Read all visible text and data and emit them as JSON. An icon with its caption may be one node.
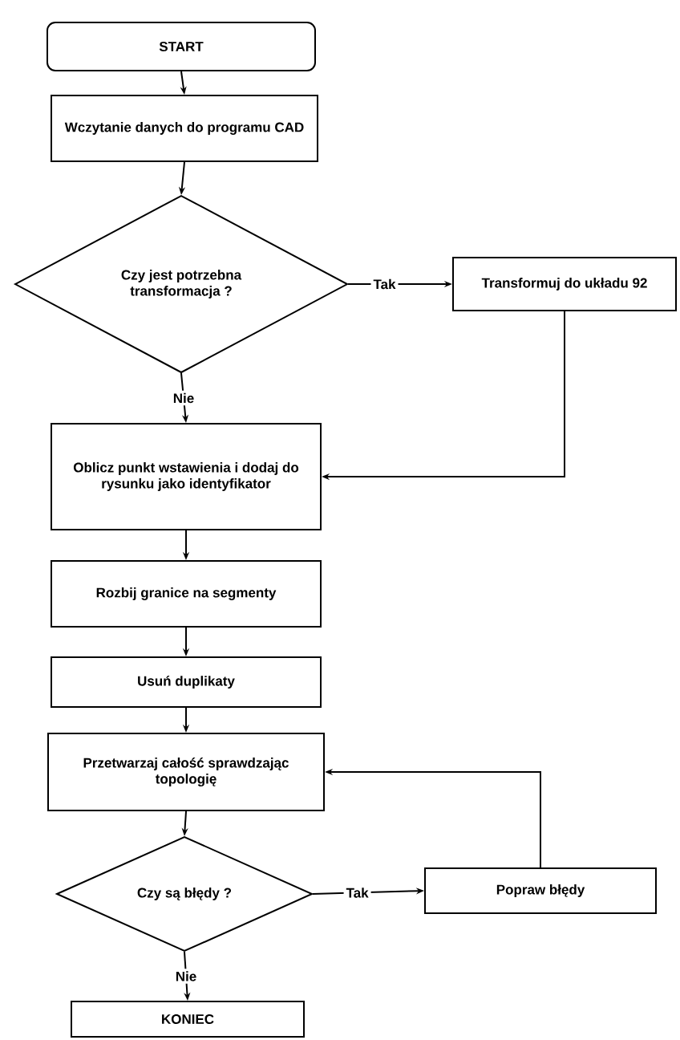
{
  "diagram": {
    "nodes": [
      {
        "text": [
          "START"
        ]
      },
      {
        "text": [
          "Wczytanie danych do programu CAD"
        ]
      },
      {
        "text": [
          "Czy jest potrzebna transformacja ?"
        ]
      },
      {
        "text": [
          "Transformuj do układu 92"
        ]
      },
      {
        "text": [
          "Oblicz punkt wstawienia i dodaj do rysunku jako identyfikator"
        ]
      },
      {
        "text": [
          "Rozbij granice na segmenty"
        ]
      },
      {
        "text": [
          "Usuń duplikaty"
        ]
      },
      {
        "text": [
          "Przetwarzaj całość sprawdzając topologię"
        ]
      },
      {
        "text": [
          "Czy są błędy ?"
        ]
      },
      {
        "text": [
          "Popraw błędy"
        ]
      },
      {
        "text": [
          "KONIEC"
        ]
      }
    ],
    "edges": [
      {
        "from": 0,
        "to": 1,
        "arrow": "to"
      },
      {
        "from": 1,
        "to": 2,
        "arrow": "to"
      },
      {
        "from": 2,
        "to": 3,
        "arrow": "to",
        "label": "Tak"
      },
      {
        "from": 2,
        "to": 4,
        "arrow": "to",
        "label": "Nie"
      },
      {
        "from": 3,
        "to": 4,
        "arrow": "to"
      },
      {
        "from": 4,
        "to": 5,
        "arrow": "to"
      },
      {
        "from": 5,
        "to": 6,
        "arrow": "to"
      },
      {
        "from": 6,
        "to": 7,
        "arrow": "to"
      },
      {
        "from": 7,
        "to": 8,
        "arrow": "to"
      },
      {
        "from": 8,
        "to": 9,
        "arrow": "to",
        "label": "Tak"
      },
      {
        "from": 9,
        "to": 7,
        "arrow": "to"
      },
      {
        "from": 8,
        "to": 10,
        "arrow": "to",
        "label": "Nie"
      }
    ]
  }
}
